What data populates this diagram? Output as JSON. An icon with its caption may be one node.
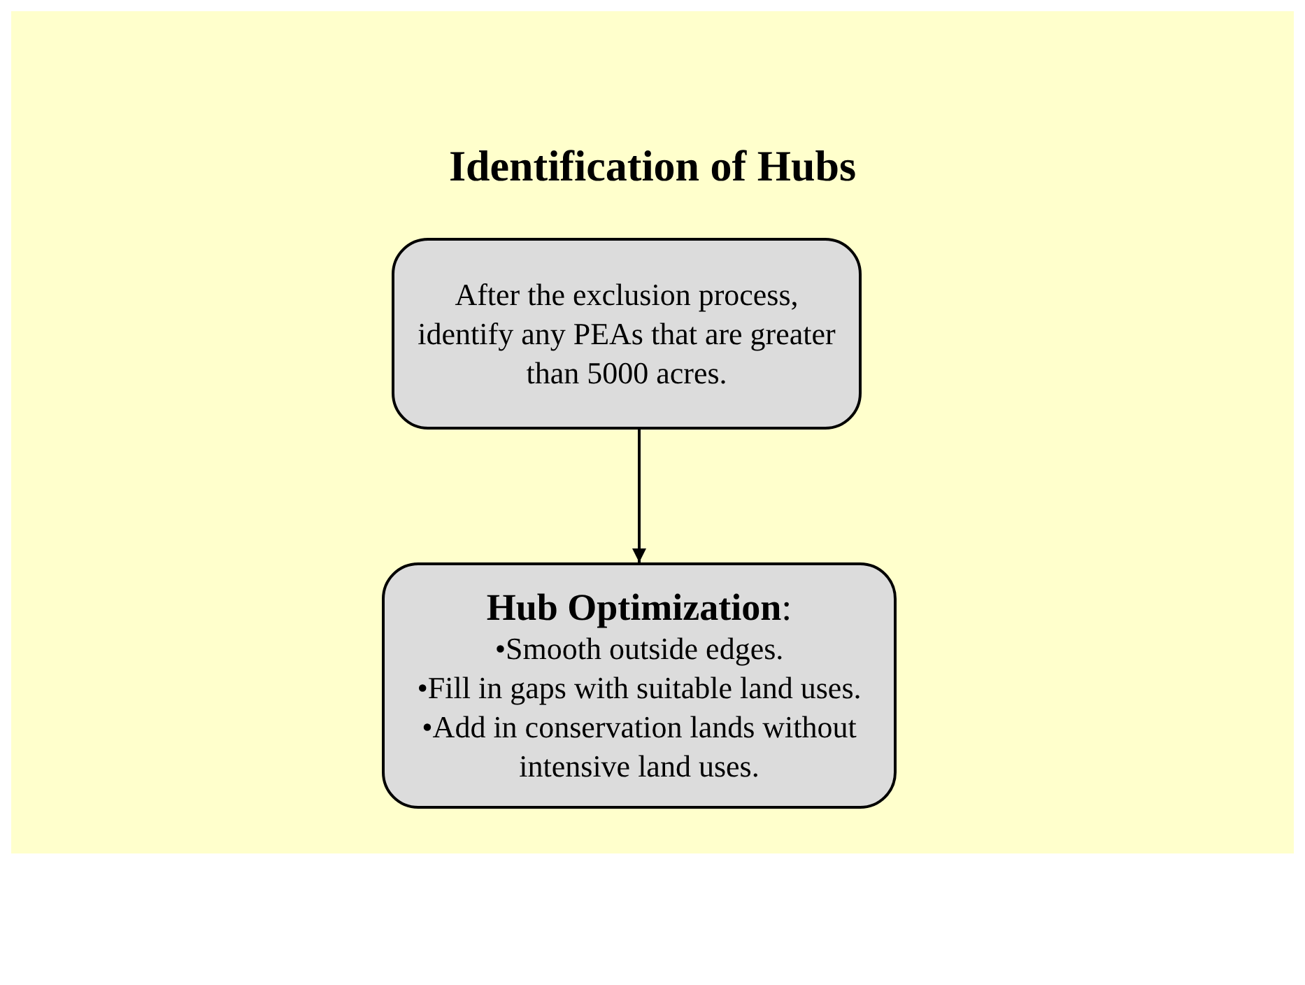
{
  "diagram": {
    "title": "Identification of Hubs",
    "nodes": [
      {
        "text": [
          "After the exclusion process, identify any PEAs that are greater than 5000 acres."
        ]
      },
      {
        "text": [
          "**Hub Optimization**:",
          "•Smooth outside edges.",
          "•Fill in gaps with suitable land uses.",
          "•Add in conservation lands without intensive land uses."
        ]
      }
    ],
    "edges": [
      {
        "from": 0,
        "to": 1,
        "arrow": "to"
      }
    ]
  }
}
